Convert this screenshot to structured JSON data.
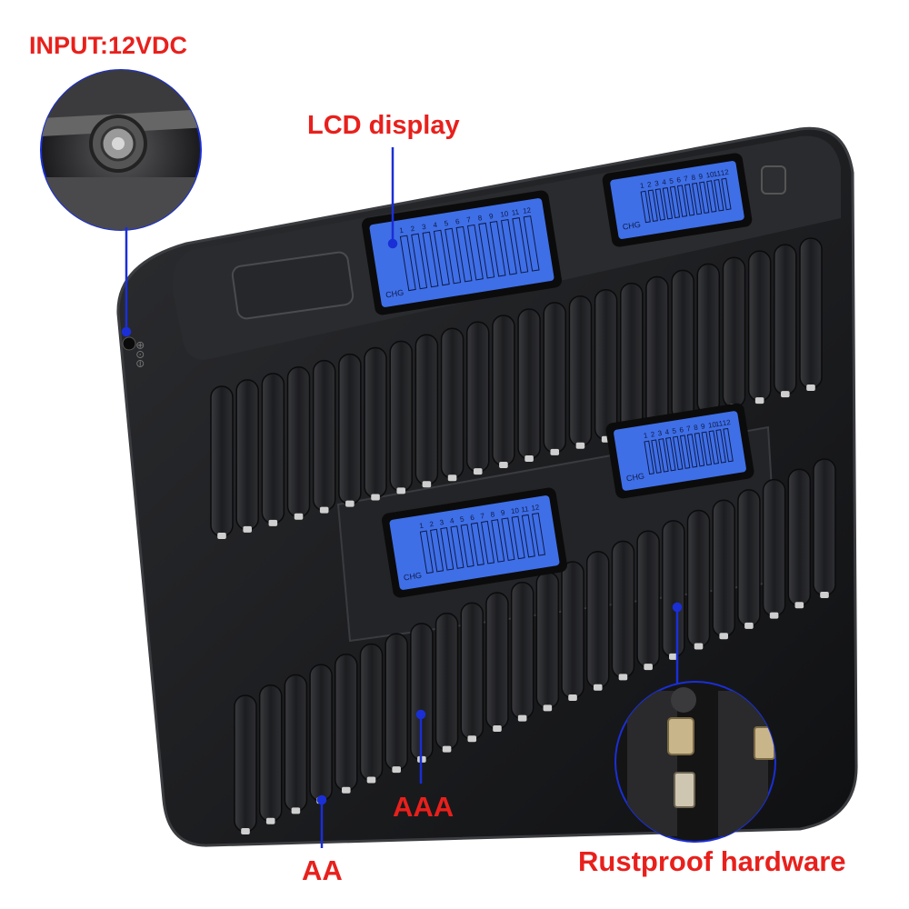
{
  "callouts": {
    "input": "INPUT:12VDC",
    "lcd": "LCD display",
    "aaa": "AAA",
    "aa": "AA",
    "rustproof": "Rustproof hardware"
  },
  "lcd": {
    "indicator": "CHG",
    "channels": [
      "1",
      "2",
      "3",
      "4",
      "5",
      "6",
      "7",
      "8",
      "9",
      "10",
      "11",
      "12"
    ]
  },
  "colors": {
    "callout_text": "#e8201c",
    "leader_line": "#1a2fd6",
    "lcd_screen": "#3f6fe6",
    "charger_body": "#1b1c1e"
  }
}
